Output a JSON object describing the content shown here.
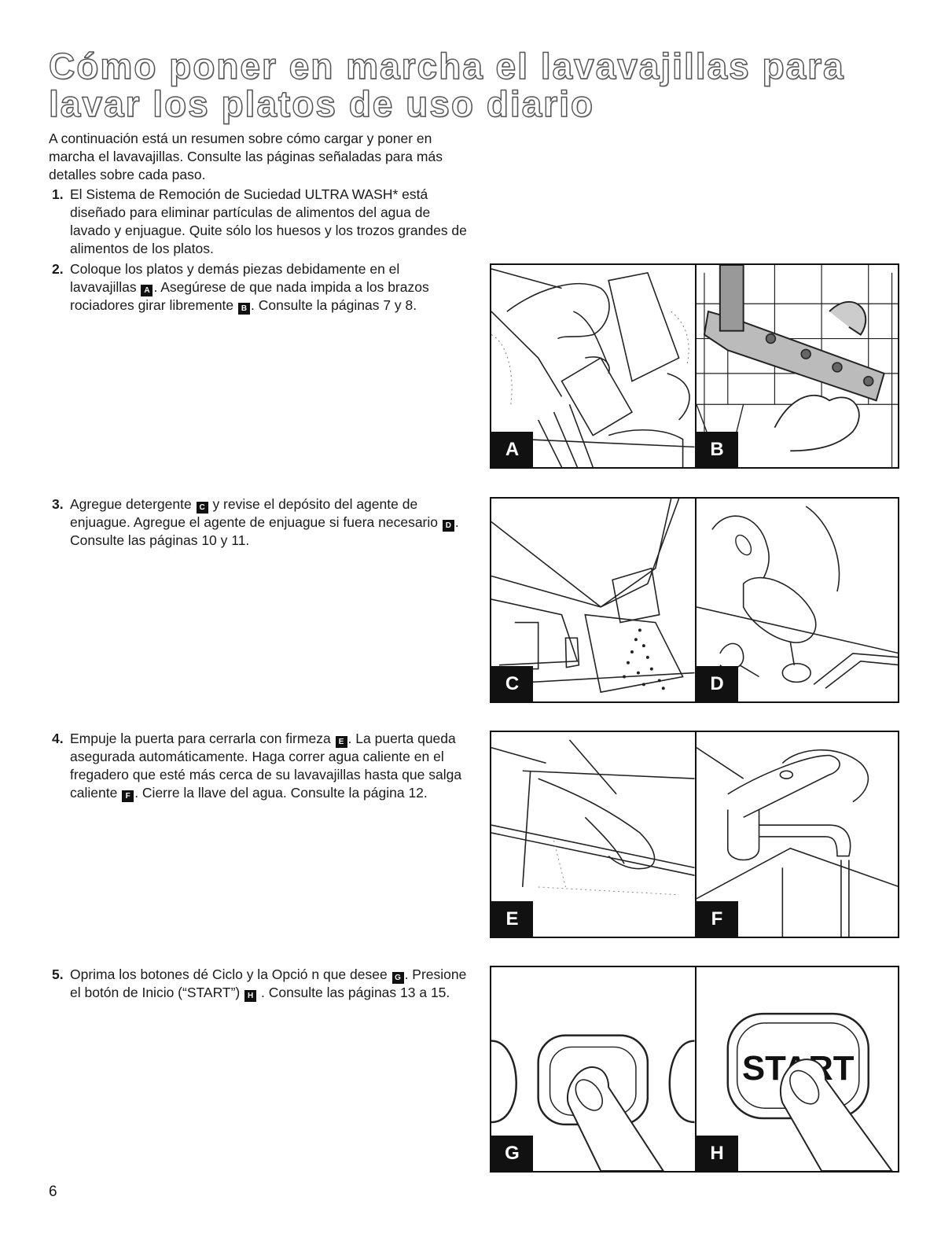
{
  "title": "Cómo poner en marcha el lavavajillas para lavar los platos de uso diario",
  "intro": "A continuación está un resumen sobre cómo cargar y poner en marcha el lavavajillas. Consulte las páginas señaladas para más detalles sobre cada paso.",
  "steps": [
    {
      "num": "1.",
      "parts": [
        "El Sistema de Remoción de Suciedad ULTRA WASH* está diseñado para eliminar partículas de alimentos del agua de lavado y enjuague. Quite sólo los huesos y los trozos grandes de alimentos de los platos."
      ]
    },
    {
      "num": "2.",
      "parts": [
        "Coloque los platos y demás piezas debidamente en el lavavajillas ",
        ". Asegúrese de que nada impida a los brazos rociadores girar libremente ",
        ". Consulte la páginas 7 y 8."
      ]
    },
    {
      "num": "3.",
      "parts": [
        "Agregue detergente ",
        " y revise el depósito del agente de enjuague. Agregue el agente de enjuague si fuera necesario ",
        ". Consulte las páginas 10 y 11."
      ]
    },
    {
      "num": "4.",
      "parts": [
        "Empuje la puerta para cerrarla con firmeza ",
        ". La puerta queda asegurada automáticamente. Haga correr agua caliente en el fregadero que esté más cerca de su lavavajillas hasta que salga caliente ",
        ". Cierre la llave del agua. Consulte la página 12."
      ]
    },
    {
      "num": "5.",
      "parts": [
        "Oprima los botones dé Ciclo y la Opció n que desee ",
        ". Presione el botón de Inicio (“START”) ",
        " . Consulte las páginas 13 a 15."
      ]
    }
  ],
  "figure_labels": {
    "A": "A",
    "B": "B",
    "C": "C",
    "D": "D",
    "E": "E",
    "F": "F",
    "G": "G",
    "H": "H"
  },
  "start_button_text": "START",
  "page_number": "6"
}
